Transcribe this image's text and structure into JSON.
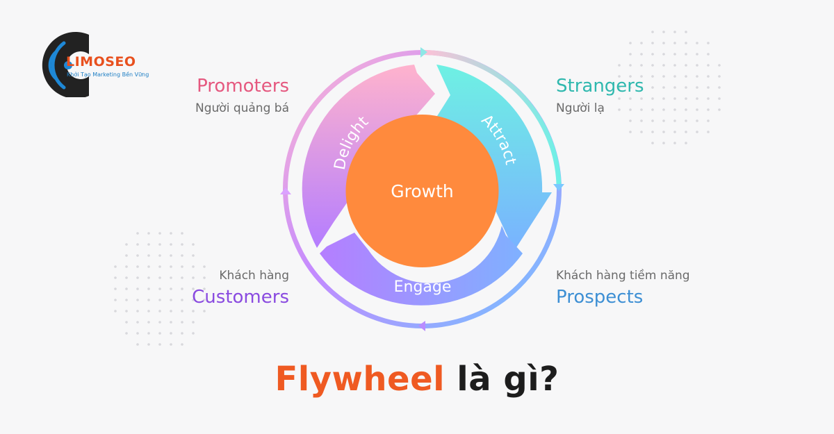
{
  "logo": {
    "name": "LIMOSEO",
    "tagline": "Khởi Tạo Marketing Bền Vững"
  },
  "flywheel": {
    "center": "Growth",
    "segments": {
      "attract": "Attract",
      "engage": "Engage",
      "delight": "Delight"
    }
  },
  "stages": {
    "strangers": {
      "label": "Strangers",
      "translation": "Người lạ",
      "color": "#2fb8ae"
    },
    "prospects": {
      "label": "Prospects",
      "translation": "Khách hàng tiềm năng",
      "color": "#3d8fd4"
    },
    "customers": {
      "label": "Customers",
      "translation": "Khách hàng",
      "color": "#8a4be0"
    },
    "promoters": {
      "label": "Promoters",
      "translation": "Người quảng bá",
      "color": "#e5587f"
    }
  },
  "title": {
    "highlight": "Flywheel",
    "rest": " là gì?"
  },
  "colors": {
    "accent": "#ef5a22",
    "dark": "#1d1d1d",
    "growth": "#ff8a3d",
    "teal": "#6ae6e0",
    "blue": "#78b4ff",
    "purple": "#b784ff",
    "pink": "#ffb3cd"
  }
}
